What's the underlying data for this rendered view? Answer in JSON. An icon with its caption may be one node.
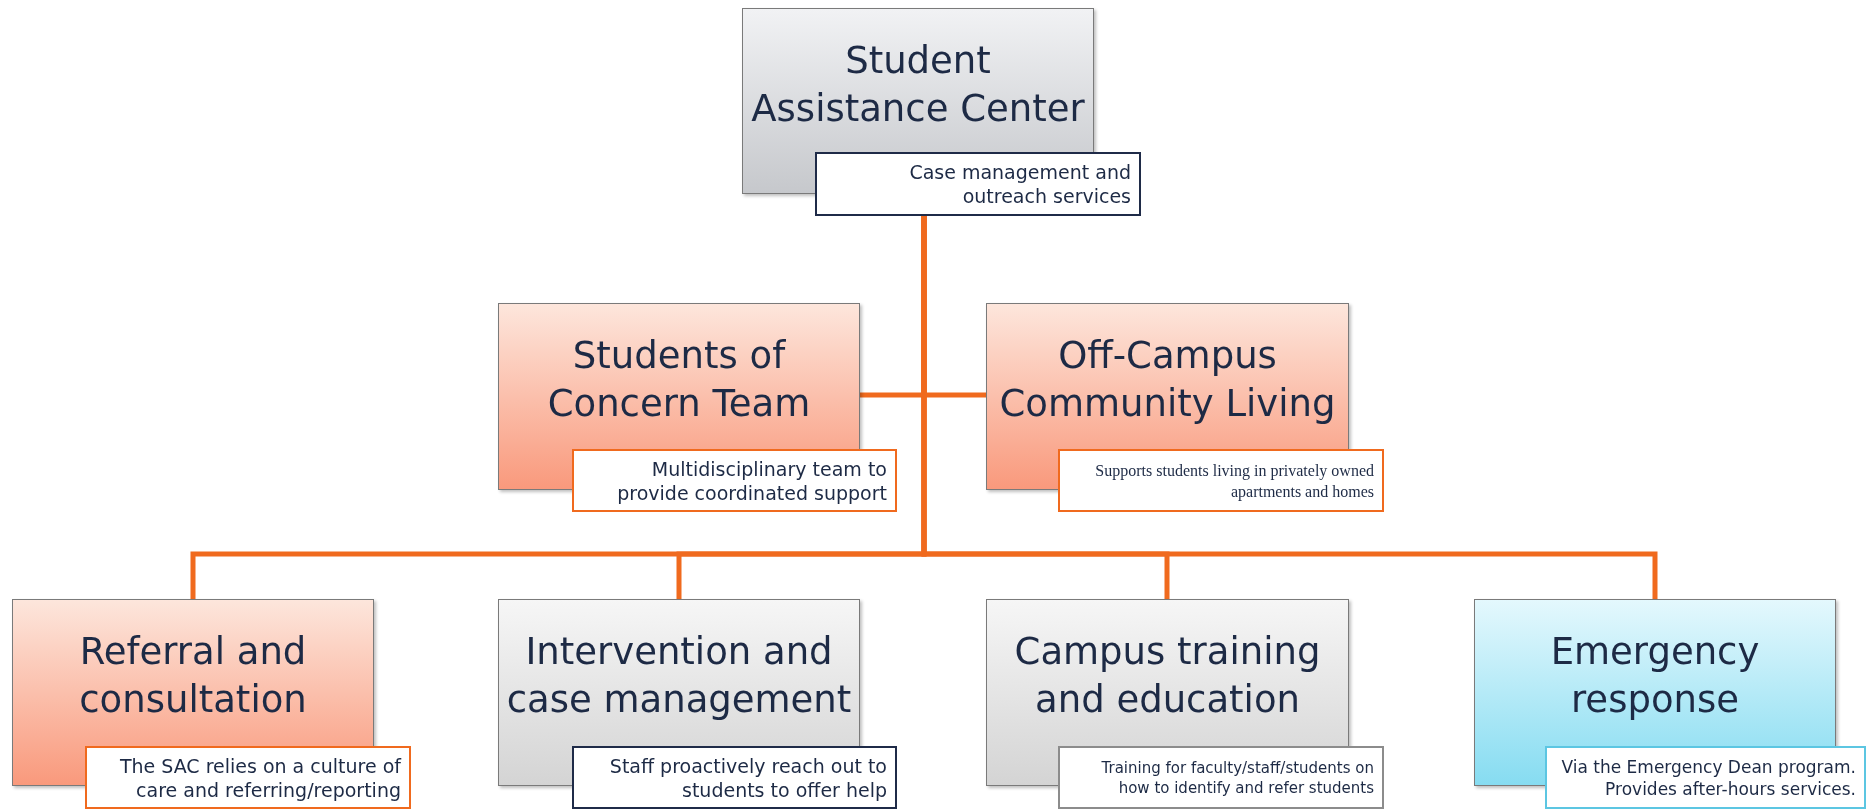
{
  "diagram": {
    "nodes": [
      {
        "text": [
          "Student Assistance Center",
          "Case management and outreach services"
        ]
      },
      {
        "text": [
          "Students of Concern Team",
          "Multidisciplinary team to provide coordinated support"
        ]
      },
      {
        "text": [
          "Off-Campus Community Living",
          "Supports students living in privately owned apartments and homes"
        ]
      },
      {
        "text": [
          "Referral and consultation",
          "The SAC relies on a culture of care and referring/reporting"
        ]
      },
      {
        "text": [
          "Intervention and case management",
          "Staff proactively reach out to students to offer help"
        ]
      },
      {
        "text": [
          "Campus training and education",
          "Training for faculty/staff/students on how to identify and refer students"
        ]
      },
      {
        "text": [
          "Emergency response",
          "Via the Emergency Dean program. Provides after-hours services."
        ]
      }
    ],
    "edges": [
      {
        "from": 0,
        "to": 1,
        "arrow": "none"
      },
      {
        "from": 0,
        "to": 2,
        "arrow": "none"
      },
      {
        "from": 0,
        "to": 3,
        "arrow": "none"
      },
      {
        "from": 0,
        "to": 4,
        "arrow": "none"
      },
      {
        "from": 0,
        "to": 5,
        "arrow": "none"
      },
      {
        "from": 0,
        "to": 6,
        "arrow": "none"
      }
    ]
  }
}
